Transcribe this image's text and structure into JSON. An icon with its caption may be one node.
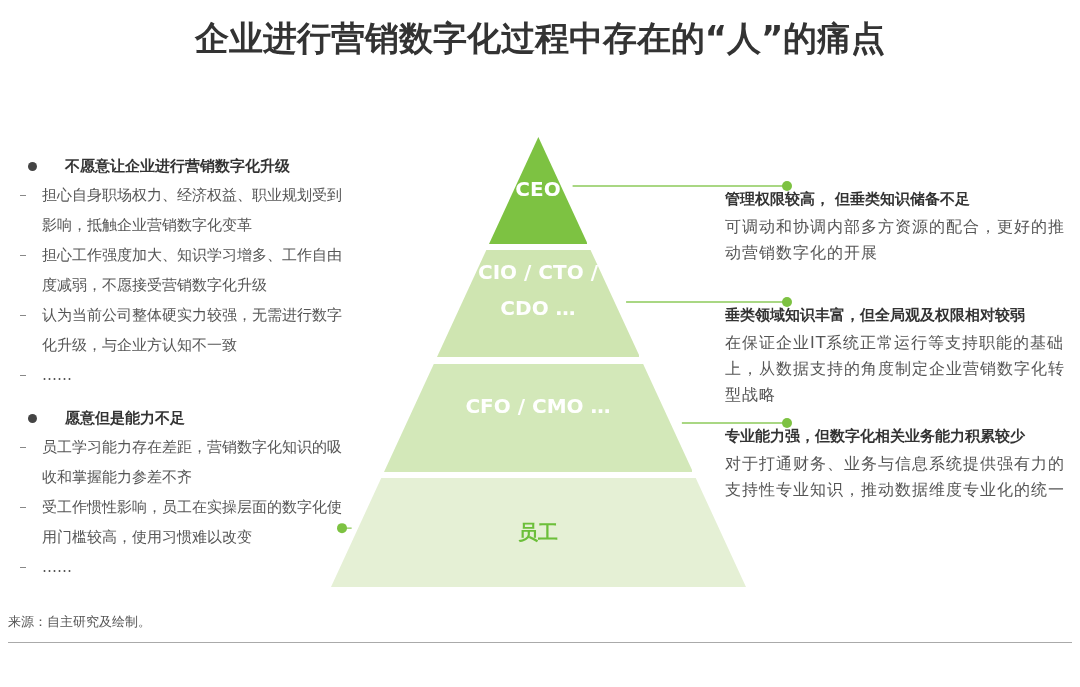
{
  "diagram": {
    "title": "企业进行营销数字化过程中存在的“人”的痛点",
    "nodes": [
      {
        "text": [
          "CEO"
        ]
      },
      {
        "text": [
          "CIO / CTO / CDO …"
        ]
      },
      {
        "text": [
          "CFO / CMO …"
        ]
      },
      {
        "text": [
          "员工"
        ]
      },
      {
        "text": [
          "管理权限较高， 但垂类知识储备不足",
          "可调动和协调内部多方资源的配合，更好的推动营销数字化的开展"
        ]
      },
      {
        "text": [
          "垂类领域知识丰富，但全局观及权限相对较弱",
          "在保证企业IT系统正常运行等支持职能的基础上，从数据支持的角度制定企业营销数字化转型战略"
        ]
      },
      {
        "text": [
          "专业能力强，但数字化相关业务能力积累较少",
          "对于打通财务、业务与信息系统提供强有力的支持性专业知识，推动数据维度专业化的统一"
        ]
      },
      {
        "text": [
          "不愿意让企业进行营销数字化升级",
          "担心自身职场权力、经济权益、职业规划受到影响，抵触企业营销数字化变革",
          "担心工作强度加大、知识学习增多、工作自由度减弱，不愿接受营销数字化升级",
          "认为当前公司整体硬实力较强，无需进行数字化升级，与企业方认知不一致",
          "……",
          "愿意但是能力不足",
          "员工学习能力存在差距，营销数字化知识的吸收和掌握能力参差不齐",
          "受工作惯性影响，员工在实操层面的数字化使用门槛较高，使用习惯难以改变",
          "……"
        ]
      }
    ],
    "edges": [
      {
        "from": 0,
        "to": 4,
        "arrow": "other"
      },
      {
        "from": 1,
        "to": 5,
        "arrow": "other"
      },
      {
        "from": 2,
        "to": 6,
        "arrow": "other"
      },
      {
        "from": 3,
        "to": 7,
        "arrow": "other"
      }
    ],
    "labels": [
      "来源：自主研究及绘制。"
    ]
  }
}
